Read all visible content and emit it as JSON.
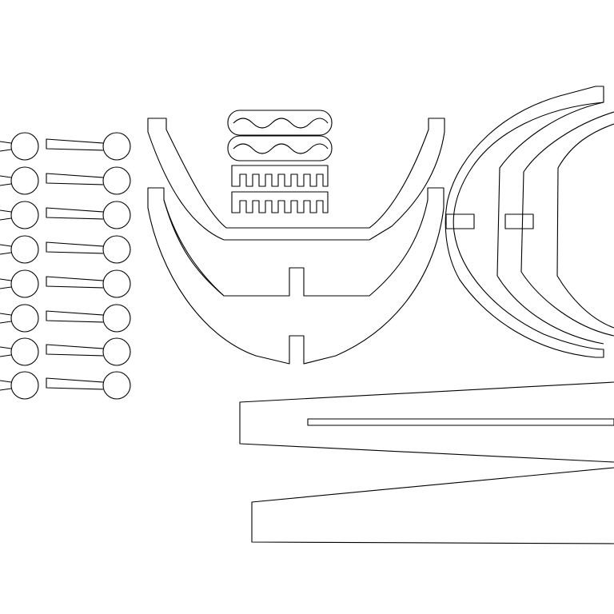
{
  "drawing": {
    "background": "#ffffff",
    "stroke_color": "#000000",
    "parts": [
      "key-pin-column-left",
      "key-pin-column-right",
      "rib-arc-upper",
      "rib-arc-lower",
      "wave-strip-pieces",
      "comb-strip-pieces",
      "curved-side-panel",
      "long-wedge-upper",
      "long-wedge-lower"
    ]
  }
}
